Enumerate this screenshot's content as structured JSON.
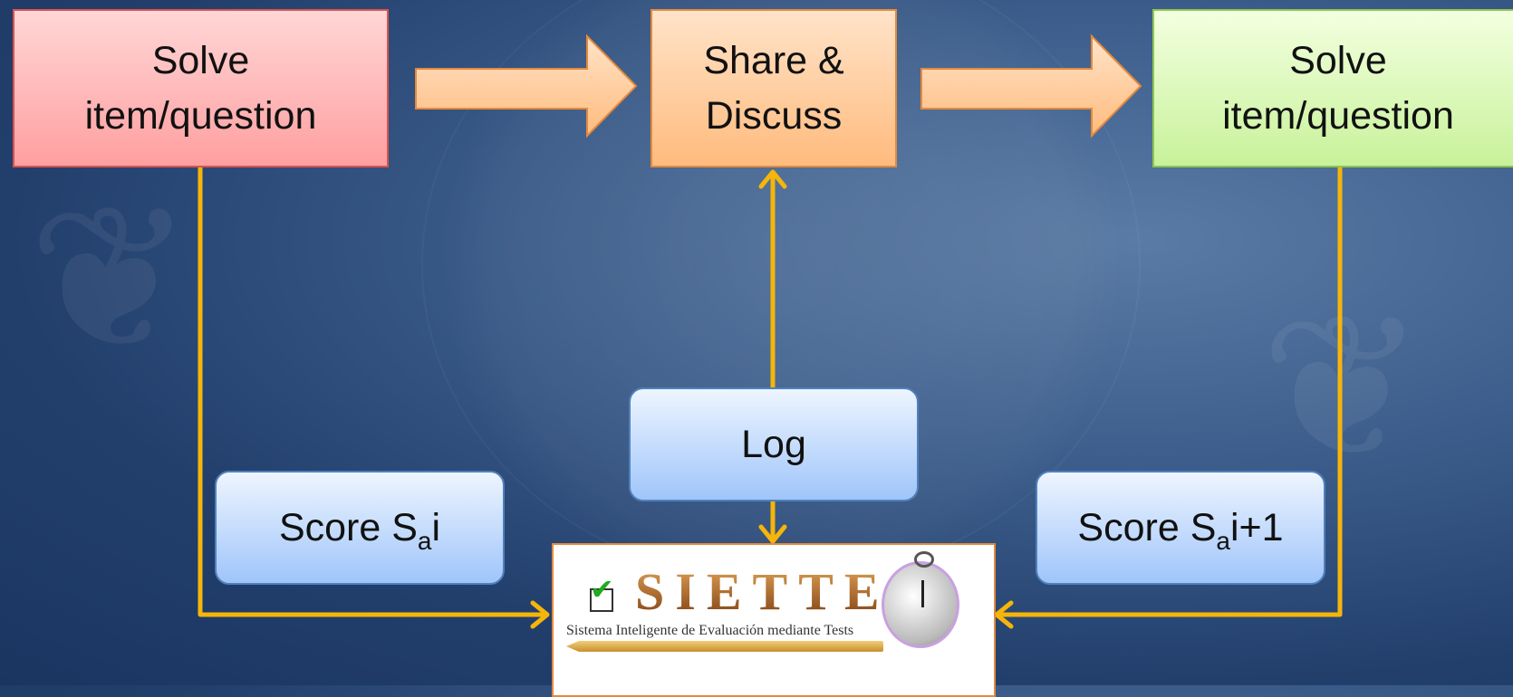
{
  "colors": {
    "connector": "#f5b50a",
    "arrow_fill": "#ffc89a",
    "arrow_stroke": "#e48a3c"
  },
  "nodes": {
    "solve_left": "Solve\nitem/question",
    "share": "Share &\nDiscuss",
    "solve_right": "Solve\nitem/question",
    "log": "Log",
    "score_left": {
      "prefix": "Score S",
      "sub": "a",
      "suffix": "i"
    },
    "score_right": {
      "prefix": "Score S",
      "sub": "a",
      "suffix": "i+1"
    }
  },
  "logo": {
    "title": "SIETTE",
    "subtitle": "Sistema Inteligente de Evaluación mediante Tests",
    "icons": [
      "checkbox-icon",
      "pencil-icon",
      "stopwatch-icon"
    ]
  }
}
